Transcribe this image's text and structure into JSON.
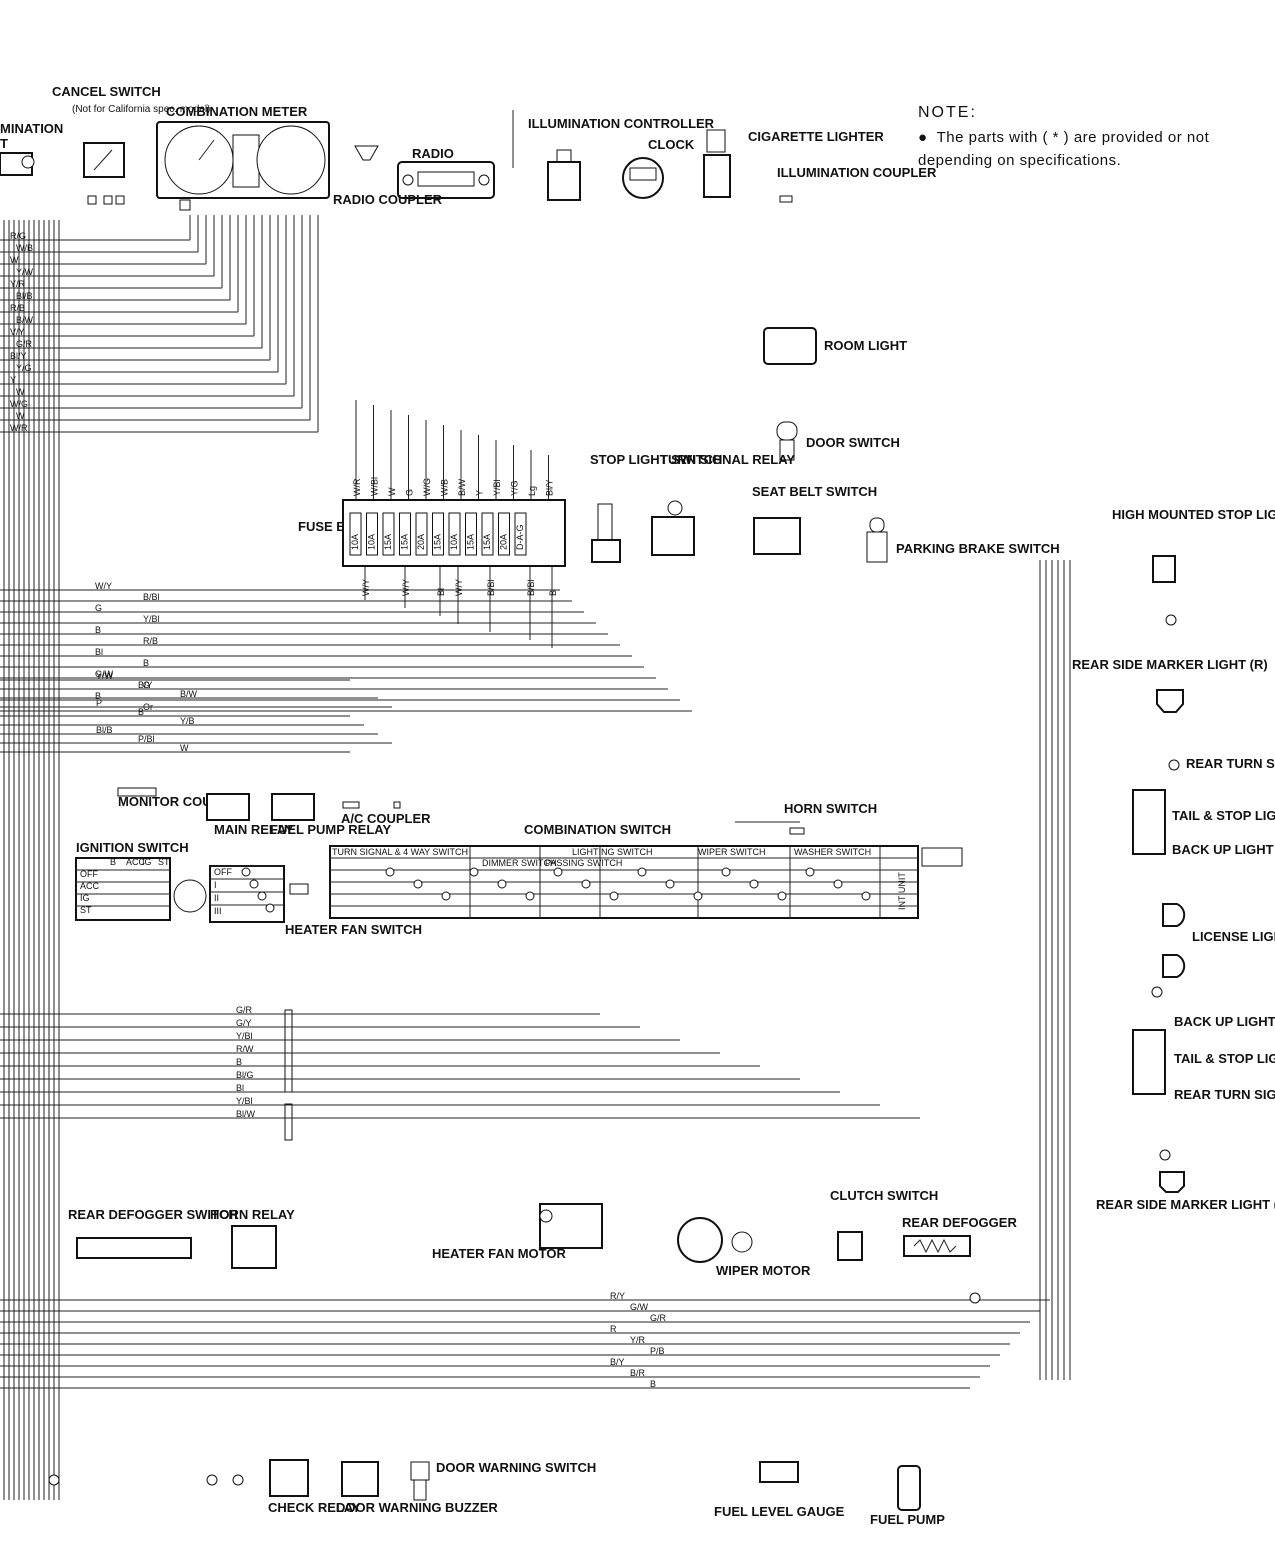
{
  "note": {
    "title": "NOTE:",
    "bullet": "●",
    "text": "The parts with ( * ) are provided or not depending on specifications."
  },
  "components": {
    "cancel_switch": "CANCEL SWITCH",
    "cancel_switch_note": "(Not for California spec. model)",
    "illumination_left": "MINATION",
    "illumination_left2": "T",
    "combination_meter": "COMBINATION METER",
    "radio": "RADIO",
    "radio_coupler": "RADIO COUPLER",
    "illumination_controller": "ILLUMINATION CONTROLLER",
    "clock": "CLOCK",
    "cigarette_lighter": "CIGARETTE LIGHTER",
    "illumination_coupler": "ILLUMINATION COUPLER",
    "room_light": "ROOM LIGHT",
    "door_switch": "DOOR SWITCH",
    "fuse_box": "FUSE BOX",
    "stop_light_switch": "STOP LIGHT SWITCH",
    "turn_signal_relay": "TURN SIGNAL RELAY",
    "seat_belt_switch": "SEAT BELT SWITCH",
    "parking_brake_switch": "PARKING BRAKE SWITCH",
    "high_mounted_stop_light": "HIGH MOUNTED STOP LIGHT",
    "rear_side_marker_r": "REAR SIDE MARKER LIGHT (R)",
    "rear_turn_signal_r": "REAR TURN SIGNA LIGHT (R)",
    "tail_stop_r": "TAIL & STOP LIGHT(R)",
    "back_up_r": "BACK UP LIGHT (R)",
    "license_light": "LICENSE LIGHT",
    "back_up_l": "BACK UP LIGHT (L)",
    "tail_stop_l": "TAIL & STOP LIGHT (L)",
    "rear_turn_signal_l": "REAR TURN SIGNAL LIGHT (L)",
    "rear_side_marker_l": "REAR SIDE MARKER LIGHT (L)",
    "monitor_coupler": "MONITOR COUPLER",
    "main_relay": "MAIN RELAY",
    "fuel_pump_relay": "FUEL PUMP RELAY",
    "ac_coupler": "A/C COUPLER",
    "horn_switch": "HORN SWITCH",
    "combination_switch": "COMBINATION SWITCH",
    "ignition_switch": "IGNITION SWITCH",
    "heater_fan_switch": "HEATER FAN SWITCH",
    "rear_defogger_switch": "REAR DEFOGGER SWITCH",
    "horn_relay": "HORN RELAY",
    "heater_fan_motor": "HEATER FAN MOTOR",
    "wiper_motor": "WIPER MOTOR",
    "clutch_switch": "CLUTCH SWITCH",
    "rear_defogger": "REAR DEFOGGER",
    "check_relay": "CHECK RELAY",
    "door_warning_buzzer": "DOOR WARNING BUZZER",
    "door_warning_switch": "DOOR WARNING SWITCH",
    "fuel_level_gauge": "FUEL LEVEL GAUGE",
    "fuel_pump": "FUEL PUMP"
  },
  "combination_switch_sections": {
    "turn_signal": "TURN SIGNAL & 4 WAY SWITCH",
    "dimmer": "DIMMER SWITCH",
    "passing": "PASSING SWITCH",
    "lighting": "LIGHTING SWITCH",
    "wiper": "WIPER SWITCH",
    "washer": "WASHER SWITCH",
    "int_unit": "INT UNIT"
  },
  "fuse_ratings": [
    "10A",
    "10A",
    "15A",
    "15A",
    "20A",
    "15A",
    "10A",
    "15A",
    "15A",
    "20A",
    "D-A-G"
  ],
  "fuse_top_wires": [
    "W/R",
    "W/Bl",
    "W",
    "G",
    "W/G",
    "W/B",
    "B/W",
    "Y",
    "Y/Bl",
    "Y/G",
    "Lg",
    "Bl/Y"
  ],
  "fuse_bottom_wires": [
    "W/Y",
    "W/Y",
    "Bl",
    "W/Y",
    "B/Bl",
    "B/Bl",
    "B"
  ],
  "left_wires_top": [
    "R/G",
    "W/B",
    "W",
    "Y/W",
    "Y/R",
    "Bl/B",
    "R/B",
    "B/W",
    "V/Y",
    "G/R",
    "Bl/Y",
    "Y/G",
    "Y",
    "W",
    "W/G",
    "W",
    "W/R"
  ],
  "left_wires_mid": [
    "W/Y",
    "B/Bl",
    "G",
    "Y/Bl",
    "B",
    "R/B",
    "Bl",
    "B",
    "G/W",
    "G",
    "B",
    "Or"
  ],
  "left_wires_lower": [
    "Y/W",
    "B/Y",
    "B/W",
    "P",
    "B",
    "Y/B",
    "Bl/B",
    "P/Bl",
    "W"
  ],
  "bus_wires": [
    "G/R",
    "G/Y",
    "Y/Bl",
    "R/W",
    "B",
    "Bl/G",
    "Bl",
    "Y/Bl",
    "Bl/W"
  ],
  "bottom_wires": [
    "R/Y",
    "G/W",
    "G/R",
    "R",
    "Y/R",
    "P/B",
    "B/Y",
    "B/R",
    "B"
  ],
  "ignition_positions": [
    "OFF",
    "ACC",
    "IG",
    "ST"
  ],
  "ignition_terminals": [
    "B",
    "ACC",
    "IG",
    "ST"
  ],
  "heater_positions": [
    "OFF",
    "I",
    "II",
    "III"
  ]
}
